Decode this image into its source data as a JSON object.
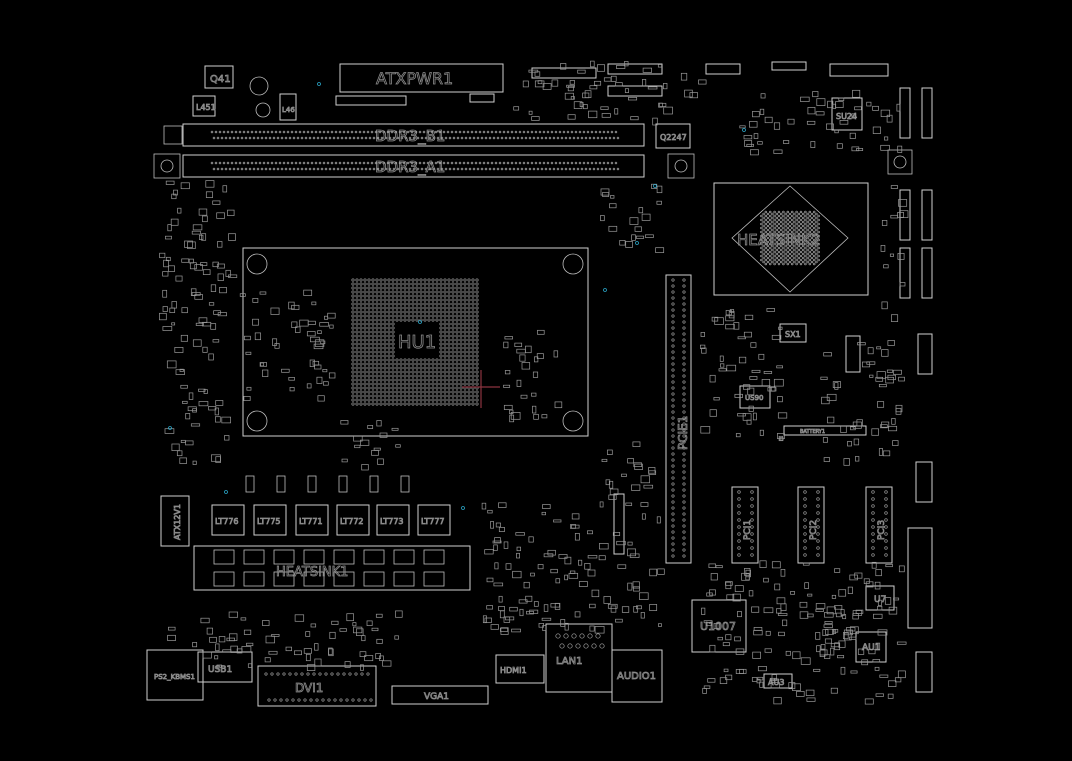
{
  "colors": {
    "background": "#000000",
    "outline": "#cfcfcf",
    "label": "#8a8a8a",
    "via": "#2aa6c8",
    "marker": "#8c3440"
  },
  "labels": {
    "atxpwr1": "ATXPWR1",
    "q41": "Q41",
    "l451": "L451",
    "l461": "L46",
    "ddr3_b1": "DDR3_B1",
    "ddr3_a1": "DDR3_A1",
    "q2247": "Q2247",
    "su24": "SU24",
    "heatsink2": "HEATSINK2",
    "hu1": "HU1",
    "pcie1": "PCIE1",
    "sx1": "SX1",
    "us90": "US90",
    "battery1": "BATTERY1",
    "lt776": "LT776",
    "lt775": "LT775",
    "lt771": "LT771",
    "lt772": "LT772",
    "lt773": "LT773",
    "lt777": "LT777",
    "atx12v1": "ATX12V1",
    "heatsink1": "HEATSINK1",
    "u1007": "U1007",
    "au1": "AU1",
    "au3": "AU3",
    "u7": "U7",
    "audio1": "AUDIO1",
    "lan1": "LAN1",
    "usb1": "USB1",
    "dvi1": "DVI1",
    "vga1": "VGA1",
    "hdmi1": "HDMI1",
    "ps2": "PS2_KBMS1",
    "pci1": "PCI1",
    "pci2": "PCI2",
    "pci3": "PCI3"
  }
}
